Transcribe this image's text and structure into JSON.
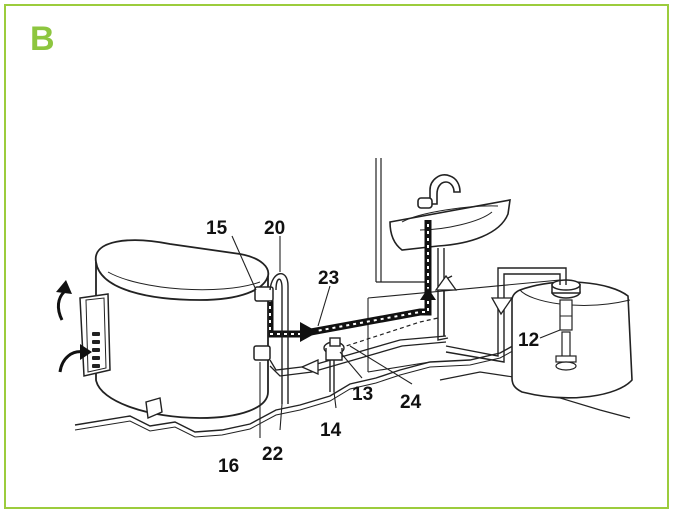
{
  "panel": {
    "letter": "B",
    "accent_color": "#8dc63f"
  },
  "labels": {
    "l12": "12",
    "l13": "13",
    "l14": "14",
    "l15": "15",
    "l16": "16",
    "l20": "20",
    "l22": "22",
    "l23": "23",
    "l24": "24"
  }
}
